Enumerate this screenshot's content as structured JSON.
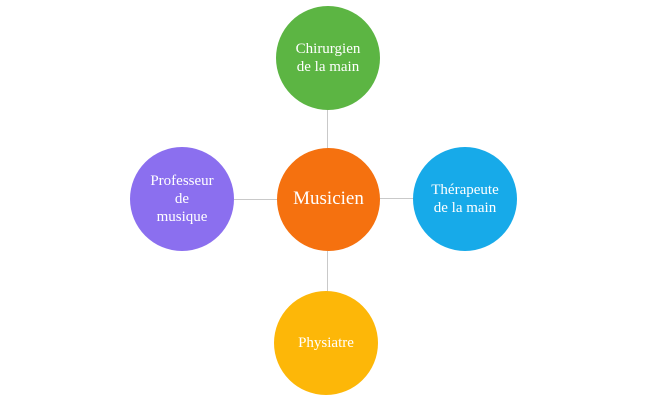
{
  "diagram": {
    "center": {
      "label": "Musicien",
      "color": "#f5710f"
    },
    "top": {
      "line1": "Chirurgien",
      "line2": "de la main",
      "color": "#5cb543"
    },
    "left": {
      "line1": "Professeur",
      "line2": "de",
      "line3": "musique",
      "color": "#8b6fef"
    },
    "right": {
      "line1": "Thérapeute",
      "line2": "de la main",
      "color": "#17aae9"
    },
    "bottom": {
      "label": "Physiatre",
      "color": "#fdb708"
    }
  }
}
